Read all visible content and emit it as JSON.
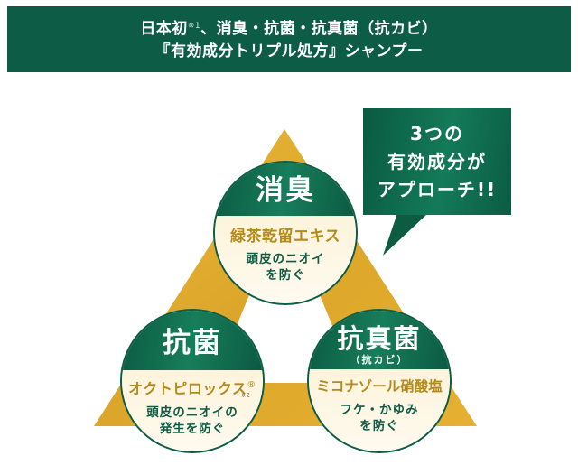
{
  "banner": {
    "line1_pre": "日本初",
    "line1_note": "※1",
    "line1_post": "、消臭・抗菌・抗真菌（抗カビ）",
    "line2": "『有効成分トリプル処方』シャンプー",
    "background_color": "#0d5c45"
  },
  "speech_bubble": {
    "line1": "3つの",
    "line2": "有効成分が",
    "line3": "アプローチ!!"
  },
  "triangle": {
    "color": "#e0aa2a"
  },
  "circles": [
    {
      "title": "消臭",
      "subtitle": "",
      "ingredient": "緑茶乾留エキス",
      "ingredient_mark": "",
      "ingredient_note": "",
      "effect_line1": "頭皮のニオイ",
      "effect_line2": "を防ぐ"
    },
    {
      "title": "抗菌",
      "subtitle": "",
      "ingredient": "オクトピロックス",
      "ingredient_mark": "®",
      "ingredient_note": "※2",
      "effect_line1": "頭皮のニオイの",
      "effect_line2": "発生を防ぐ"
    },
    {
      "title": "抗真菌",
      "subtitle": "（抗カビ）",
      "ingredient": "ミコナゾール硝酸塩",
      "ingredient_mark": "",
      "ingredient_note": "",
      "effect_line1": "フケ・かゆみ",
      "effect_line2": "を防ぐ"
    }
  ],
  "colors": {
    "brand_green": "#0d5c45",
    "gold": "#e0aa2a",
    "ingredient_gold": "#b48a1a",
    "cream": "#fdf6e4"
  }
}
